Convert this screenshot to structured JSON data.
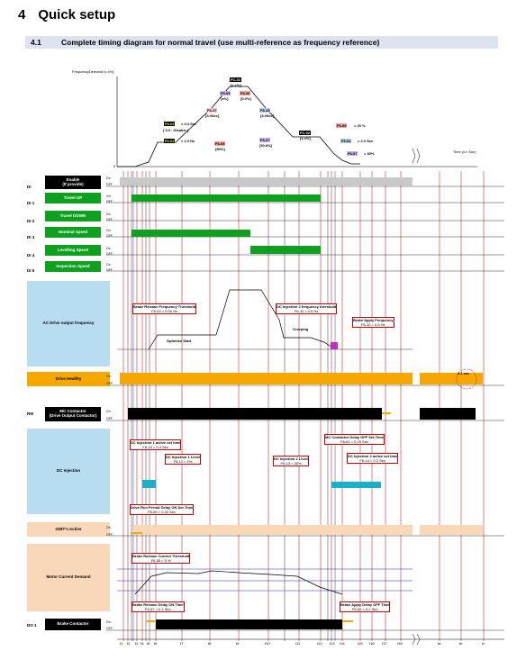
{
  "header": {
    "section_number": "4",
    "section_title": "Quick setup"
  },
  "subheader": {
    "number": "4.1",
    "title": "Complete timing diagram for normal travel (use multi-reference as frequency reference)"
  },
  "freq_chart": {
    "y_label": "FrequencyDemand (x.x%)",
    "x_label": "Time (x.x Sec)",
    "origin": "0",
    "tags": [
      {
        "code": "FC-01",
        "val": "[x.x%]"
      },
      {
        "code": "F6-03",
        "val": "[x%]"
      },
      {
        "code": "F6-26",
        "val": "[0.0%]"
      },
      {
        "code": "F6-17",
        "val": "[3.0Sec]"
      },
      {
        "code": "F6-18",
        "val": "[3.0Sec]"
      },
      {
        "code": "F6-04",
        "val": "= 0.3 Sec"
      },
      {
        "code": "F6-03",
        "val": "= 1.0 Hz"
      },
      {
        "code": "F6-09",
        "val": "[90%]"
      },
      {
        "code": "F6-27",
        "val": "[30.0%]"
      },
      {
        "code": "FC-02",
        "val": "[x.x%]"
      },
      {
        "code": "F6-09",
        "val": "= 20 %"
      },
      {
        "code": "F6-04",
        "val": "= 2.0 Sec"
      },
      {
        "code": "F6-07",
        "val": "= 30%"
      }
    ],
    "note_disable": "[ 0.0 : Disable ]"
  },
  "rows": {
    "enable": {
      "di": "DI",
      "label": "Enable",
      "sub": "(If provide)"
    },
    "up": {
      "di": "DI 1",
      "label": "Travel UP"
    },
    "down": {
      "di": "DI 2",
      "label": "Travel DOWN"
    },
    "nominal": {
      "di": "DI 3",
      "label": "Nominal Speed"
    },
    "levelling": {
      "di": "DI 4",
      "label": "Levelling Speed"
    },
    "inspection": {
      "di": "DI 5",
      "label": "Inspection Speed"
    },
    "ac_output": {
      "label": "AC Drive output frequency"
    },
    "healthy": {
      "label": "Drive Healthy"
    },
    "mc": {
      "di": "RM",
      "label": "MC Contactor",
      "sub": "(Drive Output Contactor)"
    },
    "dc_inj": {
      "label": "DC Injection"
    },
    "igbt": {
      "label": "IGBT's Active"
    },
    "motor": {
      "label": "Motor Current Demand"
    },
    "brake": {
      "di": "DO 1",
      "label": "Brake Contactor"
    }
  },
  "on": "On",
  "off": "OFF",
  "annotations": {
    "brake_rel_freq": {
      "title": "Brake Release Frequency Threshold",
      "val": "F6-03 = 0.00 Hz"
    },
    "dc_inj2_freq": {
      "title": "DC Injection 2 frequency threshold",
      "val": "F6-11 = 0.5 Hz"
    },
    "brake_apply_freq": {
      "title": "Brake Apply Frequency",
      "val": "F6-10 = 0.5 Hz"
    },
    "optimise": "Optimise Start",
    "creeping": "Creeping",
    "mc_delay_off": {
      "title": "MC Contactor Delay OFF Set-Time",
      "val": "F6-61 = 0.20 Sec"
    },
    "dc_inj1_active": {
      "title": "DC Injection 1 active set time",
      "val": "F6-15 = 0.0 Sec"
    },
    "dc_inj1_level": {
      "title": "DC Injection 1 Level",
      "val": "F6-12 = 0%"
    },
    "dc_inj2_level": {
      "title": "DC Injection 2 Level",
      "val": "F6-13 = 30%"
    },
    "dc_inj2_active": {
      "title": "DC Injection 2 active set time",
      "val": "F6-14 = 0.2 Sec"
    },
    "run_permit": {
      "title": "Drive Run Permit Delay ON Set-Time",
      "val": "F6-60 = 0.20 Sec"
    },
    "brake_rel_current": {
      "title": "Brake Release Current Threshold",
      "val": "F6-55 = 5 %"
    },
    "brake_rel_delay": {
      "title": "Brake Release Delay ON Time",
      "val": "F6-57 = 0.1 Sec"
    },
    "brake_apply_delay": {
      "title": "Brake Apply Delay OFF Time",
      "val": "F6-59 = 0.2 Sec"
    },
    "short": "0.1 sec"
  },
  "time_labels": [
    "t1",
    "t2",
    "t3",
    "t4",
    "t5",
    "t6",
    "t7",
    "t8",
    "t9",
    "t10",
    "t11",
    "t12",
    "t13",
    "t14",
    "t15",
    "t16",
    "t17",
    "t18",
    "ta",
    "tb",
    "tc"
  ],
  "colors": {
    "green": "#10a020",
    "orange": "#f7a800",
    "cyan": "#1ab0c8",
    "blue": "#b8dcf0",
    "peach": "#f8d8b8",
    "pink": "#f4c8c8",
    "grey": "#c8c8c8"
  }
}
